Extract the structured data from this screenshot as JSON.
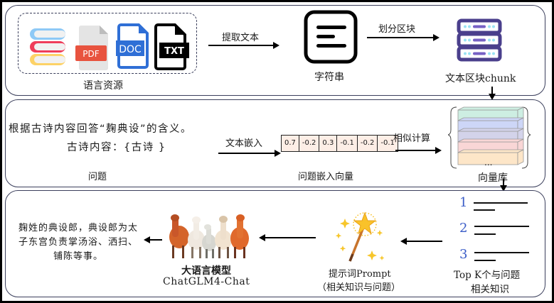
{
  "section1": {
    "resources_label": "语言资源",
    "icons": [
      "books-icon",
      "pdf-icon",
      "doc-icon",
      "txt-icon"
    ],
    "pdf_badge": "PDF",
    "doc_badge": "DOC",
    "txt_badge": "TXT",
    "extract_label": "提取文本",
    "string_label": "字符串",
    "split_label": "划分区块",
    "chunk_label": "文本区块chunk"
  },
  "section2": {
    "question_line1": "根据古诗内容回答“麹典设”的含义。",
    "question_line2": "古诗内容：{古诗 }",
    "question_label": "问题",
    "embed_label": "文本嵌入",
    "vector_values": [
      "0.7",
      "-0.2",
      "0.3",
      "-0.1",
      "-0.2",
      "-0.1"
    ],
    "vector_label": "问题嵌入向量",
    "similarity_label": "相似计算",
    "db_ellipsis": "...",
    "db_label": "向量库",
    "db_layer_colors": [
      "#cdeee2",
      "#cdd6f7",
      "#d3d3ea",
      "#f9d6d6",
      "#fde6c8"
    ]
  },
  "section3": {
    "answer": "麹姓的典设郎，典设郎为太子东宫负责掌汤浴、洒扫、铺陈等事。",
    "llm_label": "大语言模型",
    "llm_name": "ChatGLM4-Chat",
    "prompt_label": "提示词Prompt",
    "prompt_sub": "（相关知识与问题）",
    "topk_numbers": [
      "1",
      "2",
      "3"
    ],
    "topk_label_line1": "Top K个与问题",
    "topk_label_line2": "相关知识"
  },
  "colors": {
    "panel_border": "#3b3f5c",
    "number_blue": "#3a5cc7",
    "vector_bg": "#fdeee6",
    "server_purple": "#4a3f8c",
    "pdf_red": "#e8533f",
    "doc_blue": "#2f6fd6"
  }
}
